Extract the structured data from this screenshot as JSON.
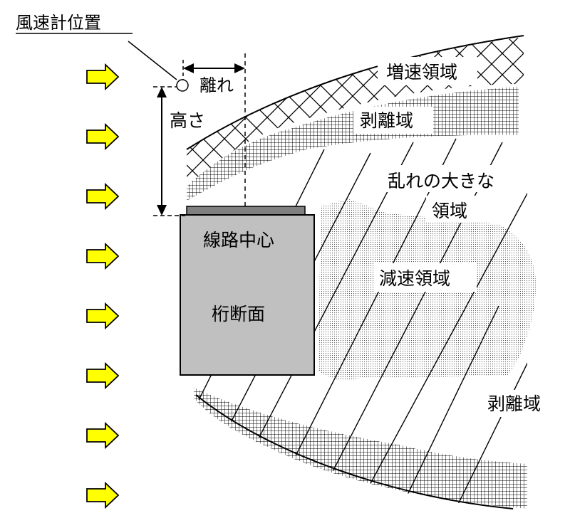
{
  "title": "風速計位置",
  "labels": {
    "offset": "離れ",
    "height": "高さ",
    "accel_region": "増速領域",
    "separation_upper": "剥離域",
    "turbulence_line1": "乱れの大きな",
    "turbulence_line2": "領域",
    "decel_region": "減速領域",
    "separation_lower": "剥離域",
    "track_center": "線路中心",
    "girder_section": "桁断面"
  },
  "colors": {
    "wind_arrow_fill": "#ffff00",
    "girder_fill": "#c0c0c0",
    "rail_fill": "#808080",
    "line": "#000000"
  },
  "wind_arrows": {
    "count": 8,
    "icon": "right-arrow-icon"
  }
}
